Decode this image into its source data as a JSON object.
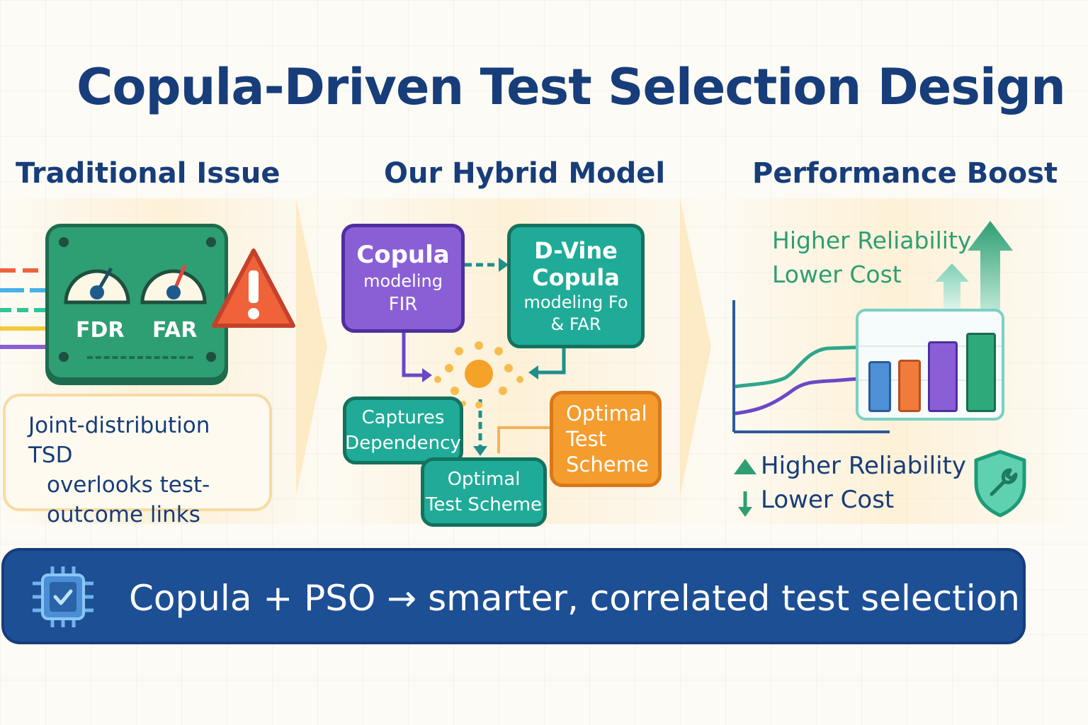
{
  "title": "Copula-Driven Test Selection Design",
  "columns": {
    "left": {
      "heading": "Traditional Issue",
      "gauges": [
        "FDR",
        "FAR"
      ],
      "issue_lines": [
        "Joint-distribution TSD",
        "overlooks test-",
        "outcome links"
      ]
    },
    "middle": {
      "heading": "Our Hybrid Model",
      "copula_box": {
        "title": "Copula",
        "lines": [
          "modeling",
          "FIR"
        ]
      },
      "dvine_box": {
        "title_lines": [
          "D-Vine",
          "Copula"
        ],
        "lines": [
          "modeling Fo",
          "& FAR"
        ]
      },
      "captures_box": [
        "Captures",
        "Dependency"
      ],
      "optimal_box_orange": [
        "Optimal",
        "Test",
        "Scheme"
      ],
      "optimal_box_teal": [
        "Optimal",
        "Test Scheme"
      ]
    },
    "right": {
      "heading": "Performance Boost",
      "top_text": [
        "Higher Reliability",
        "Lower Cost"
      ],
      "legend": {
        "up": "Higher Reliability",
        "down": "Lower Cost"
      }
    }
  },
  "banner": {
    "text": "Copula + PSO → smarter, correlated test selection"
  },
  "colors": {
    "navy": "#173d7a",
    "banner": "#1d4f95",
    "green": "#2e9e73",
    "teal": "#1fab98",
    "purple": "#8a5fd6",
    "orange": "#f59c2e",
    "warning": "#f0623a"
  },
  "icons": [
    "gauge-icon",
    "warning-icon",
    "sun-node-icon",
    "up-arrow-icon",
    "down-arrow-icon",
    "shield-wrench-icon",
    "chip-check-icon"
  ]
}
